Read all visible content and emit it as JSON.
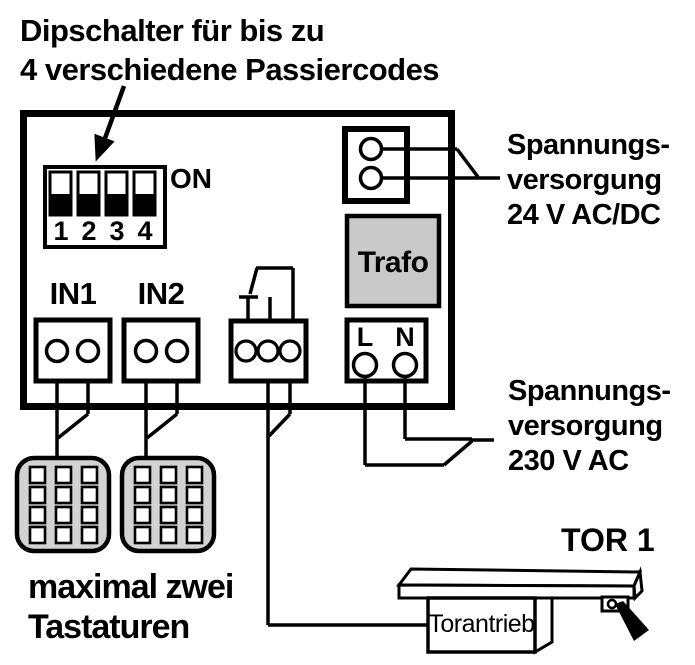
{
  "diagram": {
    "title_lines": [
      "Dipschalter für bis zu",
      "4 verschiedene Passiercodes"
    ],
    "dip_switch": {
      "on_label": "ON",
      "numbers": [
        "1",
        "2",
        "3",
        "4"
      ],
      "positions": [
        "down",
        "down",
        "down",
        "down"
      ]
    },
    "terminals": {
      "in1": "IN1",
      "in2": "IN2",
      "l": "L",
      "n": "N"
    },
    "trafo_label": "Trafo",
    "supply_24v_lines": [
      "Spannungs-",
      "versorgung",
      "24 V AC/DC"
    ],
    "supply_230v_lines": [
      "Spannungs-",
      "versorgung",
      "230 V AC"
    ],
    "keypad_note_lines": [
      "maximal zwei",
      "Tastaturen"
    ],
    "gate_label": "TOR 1",
    "gate_drive_label": "Torantrieb",
    "colors": {
      "ink": "#000000",
      "trafo_fill": "#c9c9c9",
      "keypad_fill": "#d2d2d2",
      "key_fill": "#ffffff"
    }
  }
}
